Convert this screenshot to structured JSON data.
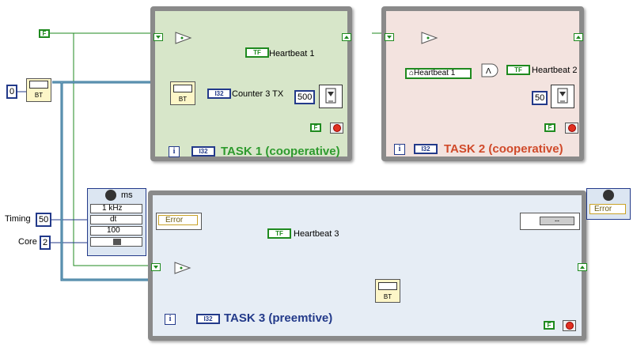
{
  "constants": {
    "zero": "0",
    "false_const": "F",
    "timing": "50",
    "core": "2",
    "wait1": "500",
    "wait2": "50"
  },
  "labels": {
    "timing": "Timing",
    "core": "Core"
  },
  "bt_label": "BT",
  "task1": {
    "title": "TASK 1 (cooperative)",
    "heartbeat": "Heartbeat 1",
    "counter": "Counter 3 TX",
    "i32": "I32",
    "tf": "TF",
    "iter": "i"
  },
  "task2": {
    "title": "TASK 2 (cooperative)",
    "heartbeat_in": "Heartbeat 1",
    "heartbeat_out": "Heartbeat 2",
    "tf": "TF",
    "iter": "i",
    "i32": "I32"
  },
  "task3": {
    "title": "TASK 3 (preemtive)",
    "heartbeat": "Heartbeat 3",
    "error_in": "Error",
    "error_out": "Error",
    "unit": "ms",
    "clock": "1 kHz",
    "dt": "dt",
    "priority": "100",
    "dots": "--",
    "tf": "TF",
    "iter": "i",
    "i32": "I32"
  },
  "colors": {
    "task1_bg": "#d7e6c9",
    "task2_bg": "#f3e3df",
    "task3_bg": "#e6edf5",
    "task1_title": "#2d9a2d",
    "task2_title": "#d04a2a",
    "task3_title": "#233a8a",
    "wire_bool": "#1f8a1f",
    "wire_num": "#233a8a",
    "wire_ref": "#2a6f96"
  }
}
